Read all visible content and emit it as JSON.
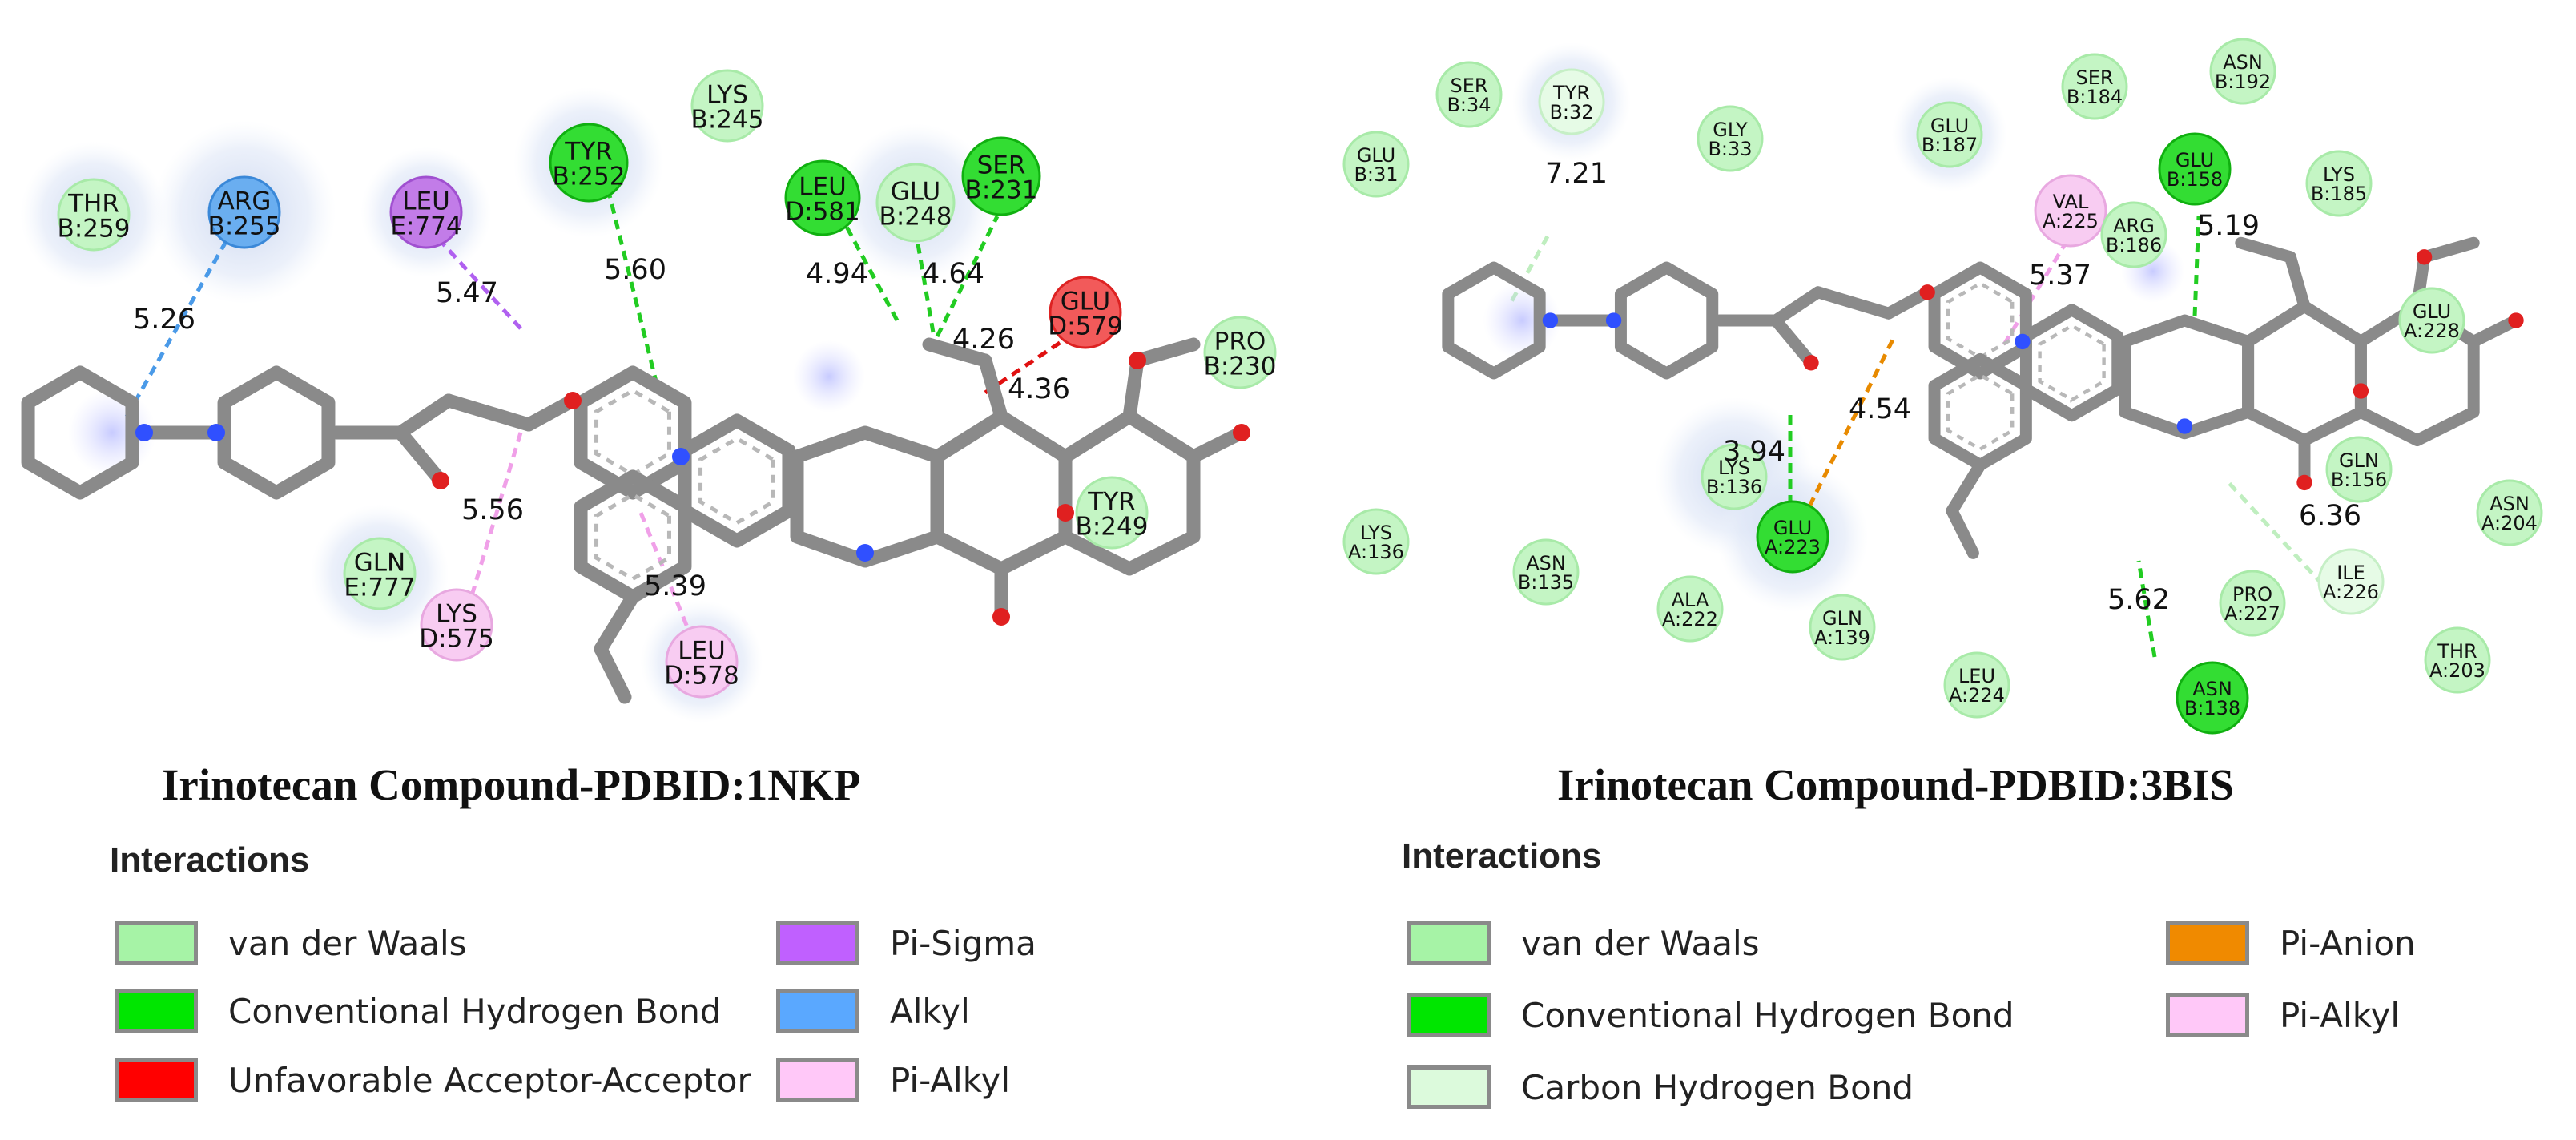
{
  "colors": {
    "van_der_waals": "#a6f3a6",
    "conventional_hbond": "#00e600",
    "unfavorable": "#ff0000",
    "pi_sigma": "#c060ff",
    "alkyl": "#5aa8ff",
    "pi_alkyl": "#ffc8f8",
    "carbon_hbond": "#dcfadc",
    "pi_anion": "#f08a00",
    "bond": "#8a8a8a",
    "oxygen": "#e02020",
    "nitrogen": "#3050ff"
  },
  "panels": [
    {
      "caption": "Irinotecan Compound-PDBID:1NKP",
      "legend_title": "Interactions",
      "legend": [
        {
          "label": "van der Waals",
          "color_key": "van_der_waals"
        },
        {
          "label": "Conventional Hydrogen Bond",
          "color_key": "conventional_hbond"
        },
        {
          "label": "Unfavorable Acceptor-Acceptor",
          "color_key": "unfavorable"
        },
        {
          "label": "Pi-Sigma",
          "color_key": "pi_sigma"
        },
        {
          "label": "Alkyl",
          "color_key": "alkyl"
        },
        {
          "label": "Pi-Alkyl",
          "color_key": "pi_alkyl"
        }
      ],
      "residues": [
        {
          "id": "thr259",
          "name": "THR",
          "chain": "B:259",
          "type": "van_der_waals"
        },
        {
          "id": "arg255",
          "name": "ARG",
          "chain": "B:255",
          "type": "alkyl"
        },
        {
          "id": "leu774",
          "name": "LEU",
          "chain": "E:774",
          "type": "pi_sigma"
        },
        {
          "id": "tyr252",
          "name": "TYR",
          "chain": "B:252",
          "type": "conventional_hbond"
        },
        {
          "id": "lys245",
          "name": "LYS",
          "chain": "B:245",
          "type": "van_der_waals"
        },
        {
          "id": "leu581",
          "name": "LEU",
          "chain": "D:581",
          "type": "conventional_hbond"
        },
        {
          "id": "glu248",
          "name": "GLU",
          "chain": "B:248",
          "type": "van_der_waals"
        },
        {
          "id": "ser231",
          "name": "SER",
          "chain": "B:231",
          "type": "conventional_hbond"
        },
        {
          "id": "glu579",
          "name": "GLU",
          "chain": "D:579",
          "type": "unfavorable"
        },
        {
          "id": "pro230",
          "name": "PRO",
          "chain": "B:230",
          "type": "van_der_waals"
        },
        {
          "id": "tyr249",
          "name": "TYR",
          "chain": "B:249",
          "type": "van_der_waals"
        },
        {
          "id": "gln777",
          "name": "GLN",
          "chain": "E:777",
          "type": "van_der_waals"
        },
        {
          "id": "lys575",
          "name": "LYS",
          "chain": "D:575",
          "type": "pi_alkyl"
        },
        {
          "id": "leu578",
          "name": "LEU",
          "chain": "D:578",
          "type": "pi_alkyl"
        }
      ],
      "distances": [
        "5.26",
        "5.47",
        "5.60",
        "4.94",
        "4.64",
        "4.26",
        "4.36",
        "5.56",
        "5.39"
      ]
    },
    {
      "caption": "Irinotecan Compound-PDBID:3BIS",
      "legend_title": "Interactions",
      "legend": [
        {
          "label": "van der Waals",
          "color_key": "van_der_waals"
        },
        {
          "label": "Conventional Hydrogen Bond",
          "color_key": "conventional_hbond"
        },
        {
          "label": "Carbon Hydrogen Bond",
          "color_key": "carbon_hbond"
        },
        {
          "label": "Pi-Anion",
          "color_key": "pi_anion"
        },
        {
          "label": "Pi-Alkyl",
          "color_key": "pi_alkyl"
        }
      ],
      "residues": [
        {
          "id": "ser34",
          "name": "SER",
          "chain": "B:34",
          "type": "van_der_waals"
        },
        {
          "id": "tyr32",
          "name": "TYR",
          "chain": "B:32",
          "type": "carbon_hbond"
        },
        {
          "id": "glu31",
          "name": "GLU",
          "chain": "B:31",
          "type": "van_der_waals"
        },
        {
          "id": "gly33",
          "name": "GLY",
          "chain": "B:33",
          "type": "van_der_waals"
        },
        {
          "id": "glu187",
          "name": "GLU",
          "chain": "B:187",
          "type": "van_der_waals"
        },
        {
          "id": "ser184",
          "name": "SER",
          "chain": "B:184",
          "type": "van_der_waals"
        },
        {
          "id": "asn192",
          "name": "ASN",
          "chain": "B:192",
          "type": "van_der_waals"
        },
        {
          "id": "glu158",
          "name": "GLU",
          "chain": "B:158",
          "type": "conventional_hbond"
        },
        {
          "id": "lys185",
          "name": "LYS",
          "chain": "B:185",
          "type": "van_der_waals"
        },
        {
          "id": "val225",
          "name": "VAL",
          "chain": "A:225",
          "type": "pi_alkyl"
        },
        {
          "id": "arg186",
          "name": "ARG",
          "chain": "B:186",
          "type": "van_der_waals"
        },
        {
          "id": "glu228",
          "name": "GLU",
          "chain": "A:228",
          "type": "van_der_waals"
        },
        {
          "id": "gln156",
          "name": "GLN",
          "chain": "B:156",
          "type": "van_der_waals"
        },
        {
          "id": "asn204",
          "name": "ASN",
          "chain": "A:204",
          "type": "van_der_waals"
        },
        {
          "id": "lys136b",
          "name": "LYS",
          "chain": "B:136",
          "type": "van_der_waals"
        },
        {
          "id": "lys136a",
          "name": "LYS",
          "chain": "A:136",
          "type": "van_der_waals"
        },
        {
          "id": "asn135",
          "name": "ASN",
          "chain": "B:135",
          "type": "van_der_waals"
        },
        {
          "id": "glu223",
          "name": "GLU",
          "chain": "A:223",
          "type": "conventional_hbond"
        },
        {
          "id": "ala222",
          "name": "ALA",
          "chain": "A:222",
          "type": "van_der_waals"
        },
        {
          "id": "gln139",
          "name": "GLN",
          "chain": "A:139",
          "type": "van_der_waals"
        },
        {
          "id": "leu224",
          "name": "LEU",
          "chain": "A:224",
          "type": "van_der_waals"
        },
        {
          "id": "asn138",
          "name": "ASN",
          "chain": "B:138",
          "type": "conventional_hbond"
        },
        {
          "id": "pro227",
          "name": "PRO",
          "chain": "A:227",
          "type": "van_der_waals"
        },
        {
          "id": "ile226",
          "name": "ILE",
          "chain": "A:226",
          "type": "carbon_hbond"
        },
        {
          "id": "thr203",
          "name": "THR",
          "chain": "A:203",
          "type": "van_der_waals"
        }
      ],
      "distances": [
        "7.21",
        "5.19",
        "5.37",
        "4.54",
        "3.94",
        "6.36",
        "5.62"
      ]
    }
  ]
}
